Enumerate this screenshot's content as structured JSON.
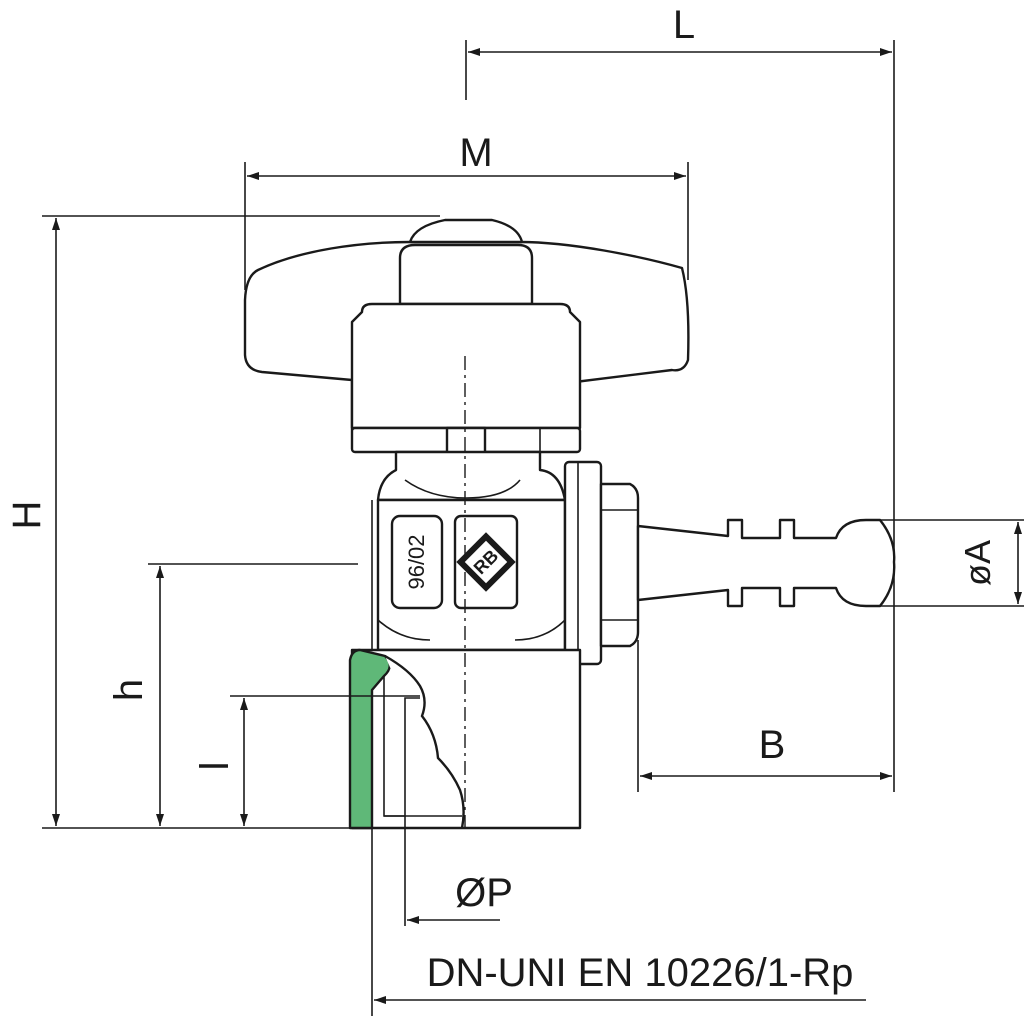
{
  "labels": {
    "L": "L",
    "M": "M",
    "H": "H",
    "h": "h",
    "l": "l",
    "A": "øA",
    "B": "B",
    "P": "ØP",
    "thread_standard": "DN-UNI EN 10226/1-Rp"
  },
  "body_marks": {
    "date_stamp": "96/02",
    "logo": "RB"
  },
  "colors": {
    "line": "#1a1a1a",
    "seal_green": "#5fb878",
    "background": "#ffffff"
  }
}
